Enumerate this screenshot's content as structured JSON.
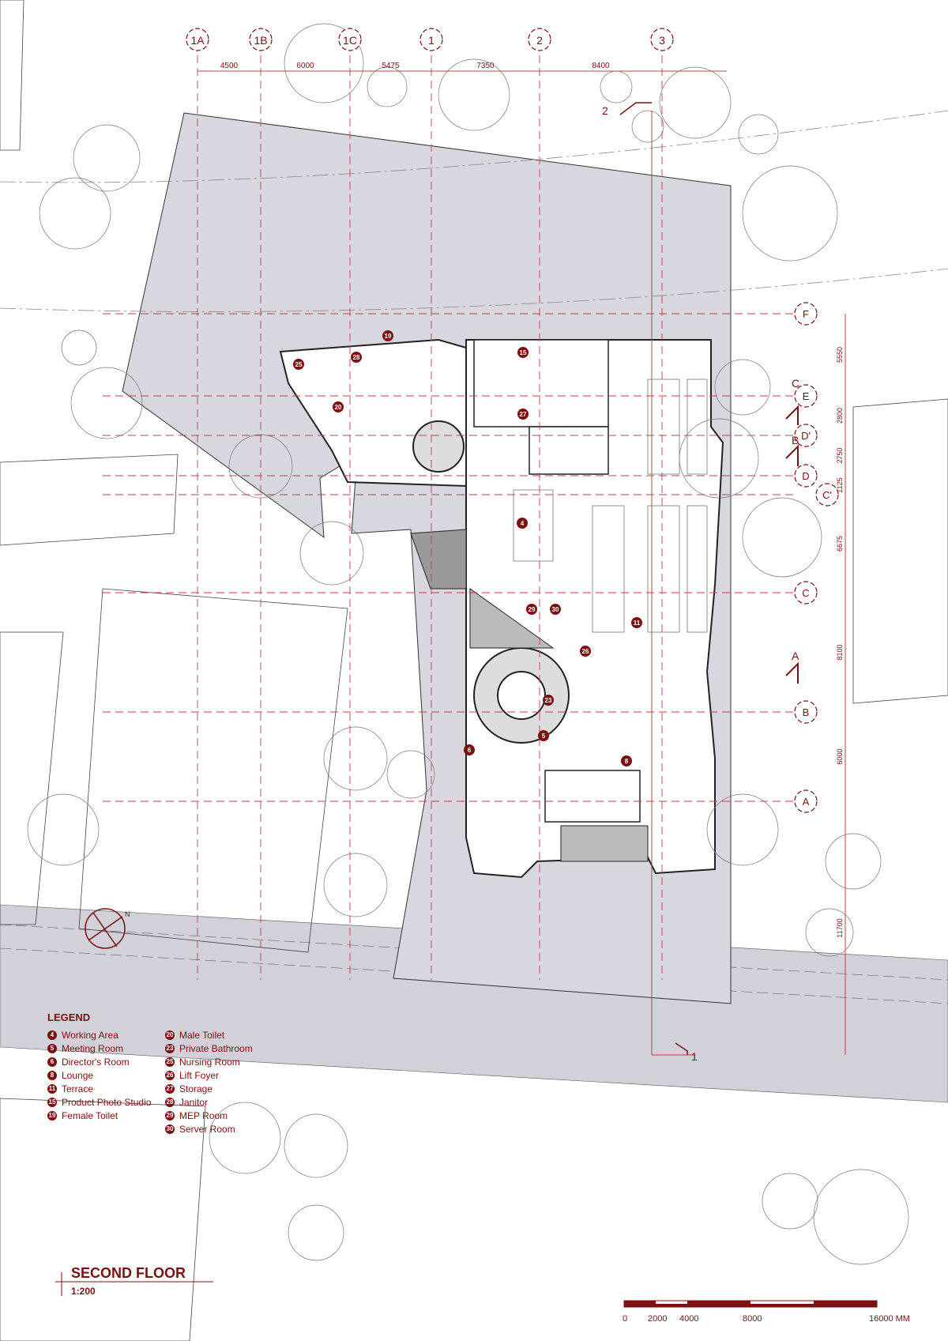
{
  "plan": {
    "title": "SECOND FLOOR",
    "scale": "1:200",
    "north_label": "N",
    "colors": {
      "accent": "#7a1010",
      "grid": "#c0404a",
      "site_fill": "#d8d6de",
      "road_fill": "#d2d0d8"
    }
  },
  "grid": {
    "columns": [
      {
        "label": "1A"
      },
      {
        "label": "1B"
      },
      {
        "label": "1C"
      },
      {
        "label": "1"
      },
      {
        "label": "2"
      },
      {
        "label": "3"
      }
    ],
    "column_dims": [
      "4500",
      "6000",
      "5475",
      "7350",
      "8400"
    ],
    "rows": [
      {
        "label": "F"
      },
      {
        "label": "E"
      },
      {
        "label": "D'"
      },
      {
        "label": "D"
      },
      {
        "label": "C'"
      },
      {
        "label": "C"
      },
      {
        "label": "B"
      },
      {
        "label": "A"
      }
    ],
    "row_dims": [
      "5550",
      "2800",
      "2750",
      "1125",
      "6675",
      "8100",
      "6000",
      "11700"
    ]
  },
  "sections": {
    "s1": "1",
    "s2": "2",
    "sA": "A",
    "sB": "B",
    "sC": "C"
  },
  "rooms": [
    "4",
    "5",
    "6",
    "8",
    "11",
    "15",
    "19",
    "20",
    "23",
    "25",
    "26",
    "27",
    "28",
    "29",
    "30"
  ],
  "legend": {
    "title": "LEGEND",
    "col1": [
      {
        "num": "4",
        "label": "Working Area"
      },
      {
        "num": "5",
        "label": "Meeting Room"
      },
      {
        "num": "6",
        "label": "Director's Room"
      },
      {
        "num": "8",
        "label": "Lounge"
      },
      {
        "num": "11",
        "label": "Terrace"
      },
      {
        "num": "15",
        "label": "Product Photo Studio"
      },
      {
        "num": "19",
        "label": "Female Toilet"
      }
    ],
    "col2": [
      {
        "num": "20",
        "label": "Male Toilet"
      },
      {
        "num": "23",
        "label": "Private Bathroom"
      },
      {
        "num": "25",
        "label": "Nursing Room"
      },
      {
        "num": "26",
        "label": "Lift Foyer"
      },
      {
        "num": "27",
        "label": "Storage"
      },
      {
        "num": "28",
        "label": "Janitor"
      },
      {
        "num": "29",
        "label": "MEP Room"
      },
      {
        "num": "30",
        "label": "Server Room"
      }
    ]
  },
  "scale_bar": {
    "ticks": [
      "0",
      "2000",
      "4000",
      "8000",
      "16000 MM"
    ]
  }
}
